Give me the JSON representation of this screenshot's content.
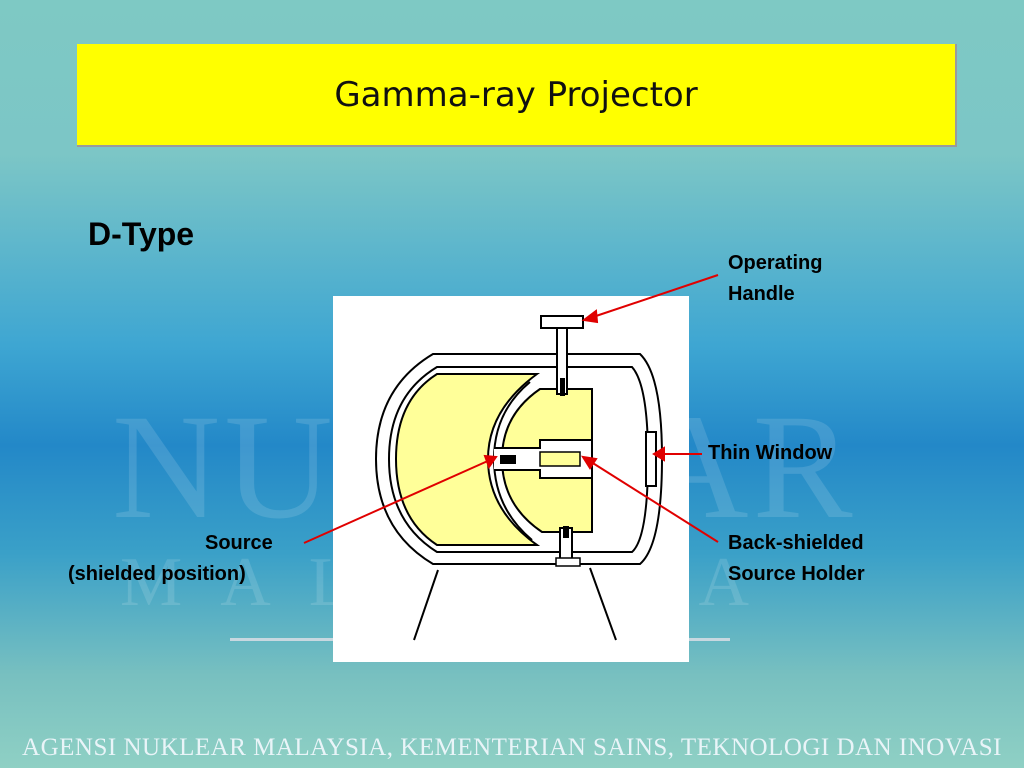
{
  "title": "Gamma-ray Projector",
  "subtitle": "D-Type",
  "labels": {
    "operating_handle_1": "Operating",
    "operating_handle_2": "Handle",
    "thin_window": "Thin Window",
    "source_1": "Source",
    "source_2": "(shielded position)",
    "holder_1": "Back-shielded",
    "holder_2": "Source Holder"
  },
  "watermark": {
    "line1": "NUKLEAR",
    "line2": "MALAYSIA"
  },
  "footer": "AGENSI NUKLEAR MALAYSIA, KEMENTERIAN SAINS, TEKNOLOGI DAN INOVASI",
  "colors": {
    "title_bg": "#ffff00",
    "shield_fill": "#ffff99",
    "arrow": "#e00000"
  }
}
